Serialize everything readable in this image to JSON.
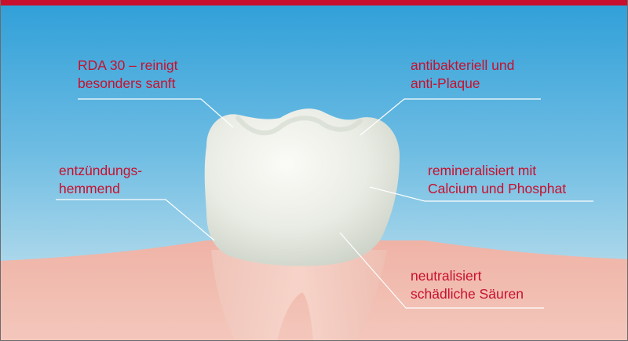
{
  "labels": {
    "rda": {
      "line1": "RDA 30 – reinigt",
      "line2": "besonders sanft"
    },
    "antibacterial": {
      "line1": "antibakteriell und",
      "line2": "anti-Plaque"
    },
    "inflammation": {
      "line1": "entzündungs-",
      "line2": "hemmend"
    },
    "remineralize": {
      "line1": "remineralisiert mit",
      "line2": "Calcium und Phosphat"
    },
    "neutralize": {
      "line1": "neutralisiert",
      "line2": "schädliche Säuren"
    }
  },
  "colors": {
    "top_bar": "#c8102e",
    "label_text": "#c8102e",
    "sky_top": "#2f9fd8",
    "sky_bottom": "#cfe7ef",
    "gum": "#f0b9ad",
    "tooth_crown": "#eef0ea",
    "leader_line": "#ffffff"
  }
}
